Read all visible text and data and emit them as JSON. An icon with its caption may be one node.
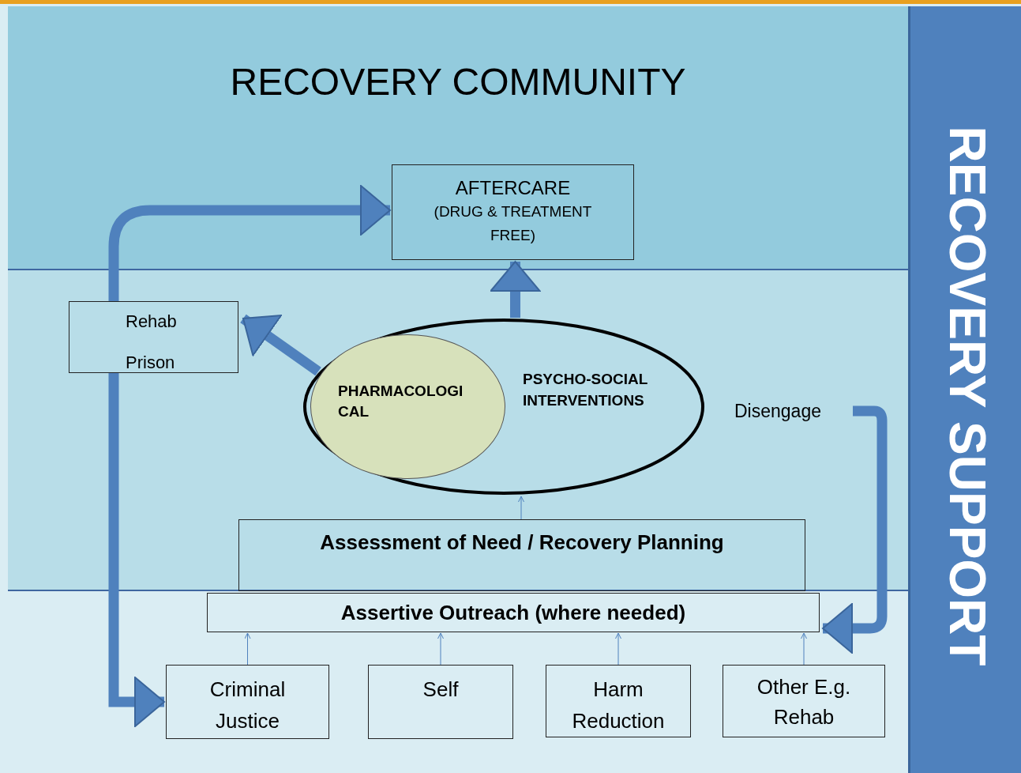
{
  "diagram": {
    "nodes": [
      {
        "text": [
          "RECOVERY COMMUNITY"
        ]
      },
      {
        "text": [
          "AFTERCARE",
          "(DRUG & TREATMENT FREE)"
        ],
        "in": 0
      },
      {
        "text": [
          "Rehab",
          "Prison"
        ]
      },
      {
        "text": [
          "PSYCHO-SOCIAL INTERVENTIONS"
        ]
      },
      {
        "text": [
          "PHARMACOLOGI CAL"
        ],
        "in": 3
      },
      {
        "text": [
          "Disengage"
        ]
      },
      {
        "text": [
          "Assessment of Need / Recovery Planning"
        ]
      },
      {
        "text": [
          "Assertive Outreach (where needed)"
        ]
      },
      {
        "text": [
          "Criminal Justice"
        ]
      },
      {
        "text": [
          "Self"
        ]
      },
      {
        "text": [
          "Harm Reduction"
        ]
      },
      {
        "text": [
          "Other E.g. Rehab"
        ]
      },
      {
        "text": [
          "RECOVERY SUPPORT"
        ]
      }
    ],
    "edges": [
      {
        "from": 2,
        "to": 1,
        "arrow": "to",
        "style": "thick"
      },
      {
        "from": 2,
        "to": 8,
        "arrow": "to",
        "style": "thick"
      },
      {
        "from": 3,
        "to": 1,
        "arrow": "to",
        "style": "thick"
      },
      {
        "from": 3,
        "to": 2,
        "arrow": "to",
        "style": "thick"
      },
      {
        "from": 5,
        "to": 7,
        "arrow": "to",
        "style": "thick"
      },
      {
        "from": 6,
        "to": 3,
        "arrow": "to"
      },
      {
        "from": 8,
        "to": 7,
        "arrow": "to"
      },
      {
        "from": 9,
        "to": 7,
        "arrow": "to"
      },
      {
        "from": 10,
        "to": 7,
        "arrow": "to"
      },
      {
        "from": 11,
        "to": 7,
        "arrow": "to"
      }
    ]
  }
}
